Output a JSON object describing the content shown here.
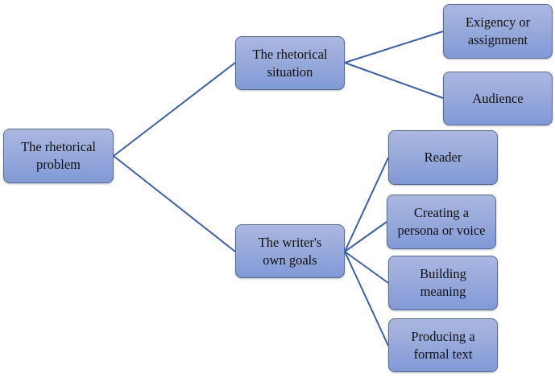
{
  "diagram": {
    "type": "hierarchy-tree",
    "connector_color": "#3c5fa8",
    "node_fill": "#97a9db",
    "node_border": "#5a6a8c",
    "root": {
      "label": "The rhetorical problem",
      "line1": "The rhetorical",
      "line2": "problem"
    },
    "branches": [
      {
        "label": "The rhetorical situation",
        "line1": "The rhetorical",
        "line2": "situation",
        "children": [
          {
            "label": "Exigency or assignment",
            "line1": "Exigency or",
            "line2": "assignment"
          },
          {
            "label": "Audience",
            "line1": "Audience",
            "line2": ""
          }
        ]
      },
      {
        "label": "The writer's own goals",
        "line1": "The writer's",
        "line2": "own goals",
        "children": [
          {
            "label": "Reader",
            "line1": "Reader",
            "line2": ""
          },
          {
            "label": "Creating a persona or voice",
            "line1": "Creating a",
            "line2": "persona or voice"
          },
          {
            "label": "Building meaning",
            "line1": "Building",
            "line2": "meaning"
          },
          {
            "label": "Producing a formal text",
            "line1": "Producing a",
            "line2": "formal text"
          }
        ]
      }
    ]
  }
}
